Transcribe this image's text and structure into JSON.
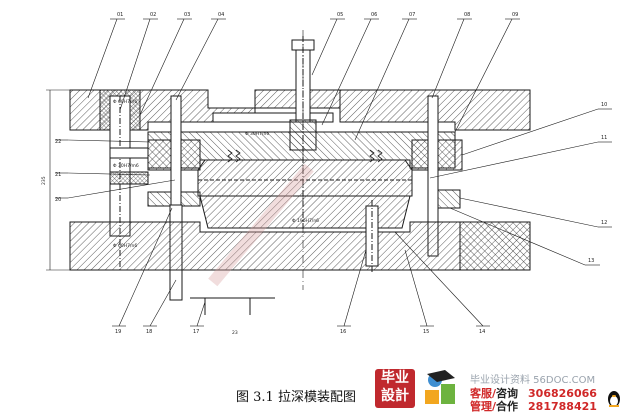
{
  "caption": {
    "figure_number": "图 3.1",
    "title": "拉深模装配图"
  },
  "dimensions": {
    "overall_height": "235",
    "bottom_width": "23",
    "fit_upper_left": "Φ 60H7/n6",
    "fit_mid_left": "Φ 30H7/m6",
    "fit_lower_left": "Φ 60H7/n6",
    "fit_center": "Φ 30H7/n6",
    "fit_lower_center": "Φ 196H7/n6"
  },
  "part_labels_top": [
    "01",
    "02",
    "03",
    "04",
    "05",
    "06",
    "07",
    "08",
    "09"
  ],
  "part_labels_right": [
    "10",
    "11",
    "12",
    "13"
  ],
  "part_labels_bottom": [
    "14",
    "15",
    "16",
    "17",
    "18",
    "19"
  ],
  "part_labels_left": [
    "20",
    "21",
    "22"
  ],
  "watermark": {
    "logo_line1": "毕业",
    "logo_line2": "設計",
    "site": "毕业设计资料 56DOC.COM",
    "row1_key": "客服",
    "row1_sep": "/",
    "row1_value": "咨询",
    "row1_number": "306826066",
    "row2_key": "管理",
    "row2_sep": "/",
    "row2_value": "合作",
    "row2_number": "281788421"
  },
  "colors": {
    "line": "#1a1a1a",
    "hatch": "#333333",
    "watermark_red": "#d02828",
    "logo_red": "#c0292e"
  }
}
